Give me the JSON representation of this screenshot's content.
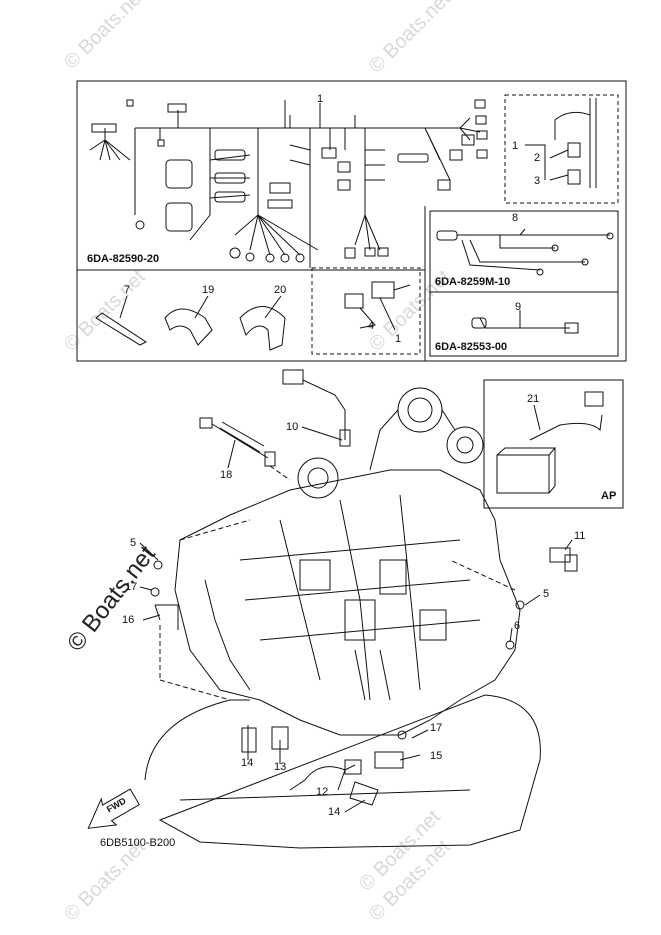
{
  "watermark": "© Boats.net",
  "kit_codes": {
    "main_harness": "6DA-82590-20",
    "sub_harness": "6DA-8259M-10",
    "lead": "6DA-82553-00"
  },
  "option_label": "AP",
  "fwd_label": "FWD",
  "diagram_code": "6DB5100-B200",
  "callouts": {
    "c1a": "1",
    "c1b": "1",
    "c1c": "1",
    "c2": "2",
    "c3": "3",
    "c4": "4",
    "c5a": "5",
    "c5b": "5",
    "c6": "6",
    "c7": "7",
    "c8": "8",
    "c9": "9",
    "c10": "10",
    "c11": "11",
    "c12": "12",
    "c13": "13",
    "c14a": "14",
    "c14b": "14",
    "c15": "15",
    "c16": "16",
    "c17a": "17",
    "c17b": "17",
    "c18": "18",
    "c19": "19",
    "c20": "20",
    "c21": "21"
  },
  "colors": {
    "ink": "#111111",
    "watermark": "#d8d8d8"
  }
}
